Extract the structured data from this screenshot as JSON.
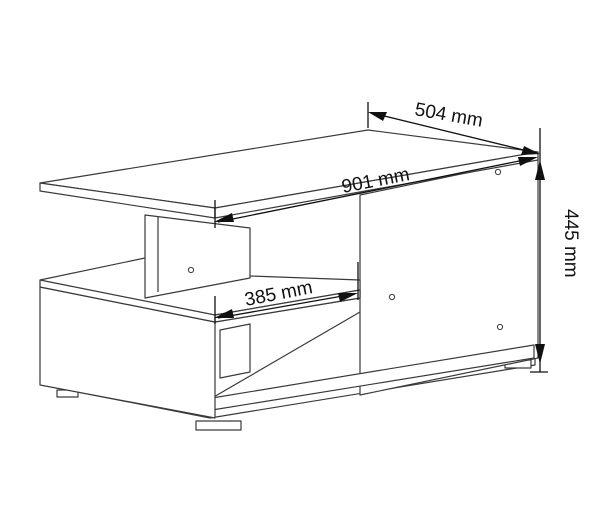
{
  "dimensions": {
    "depth": "504 mm",
    "width": "901 mm",
    "height": "445 mm",
    "shelf_width": "385 mm"
  }
}
